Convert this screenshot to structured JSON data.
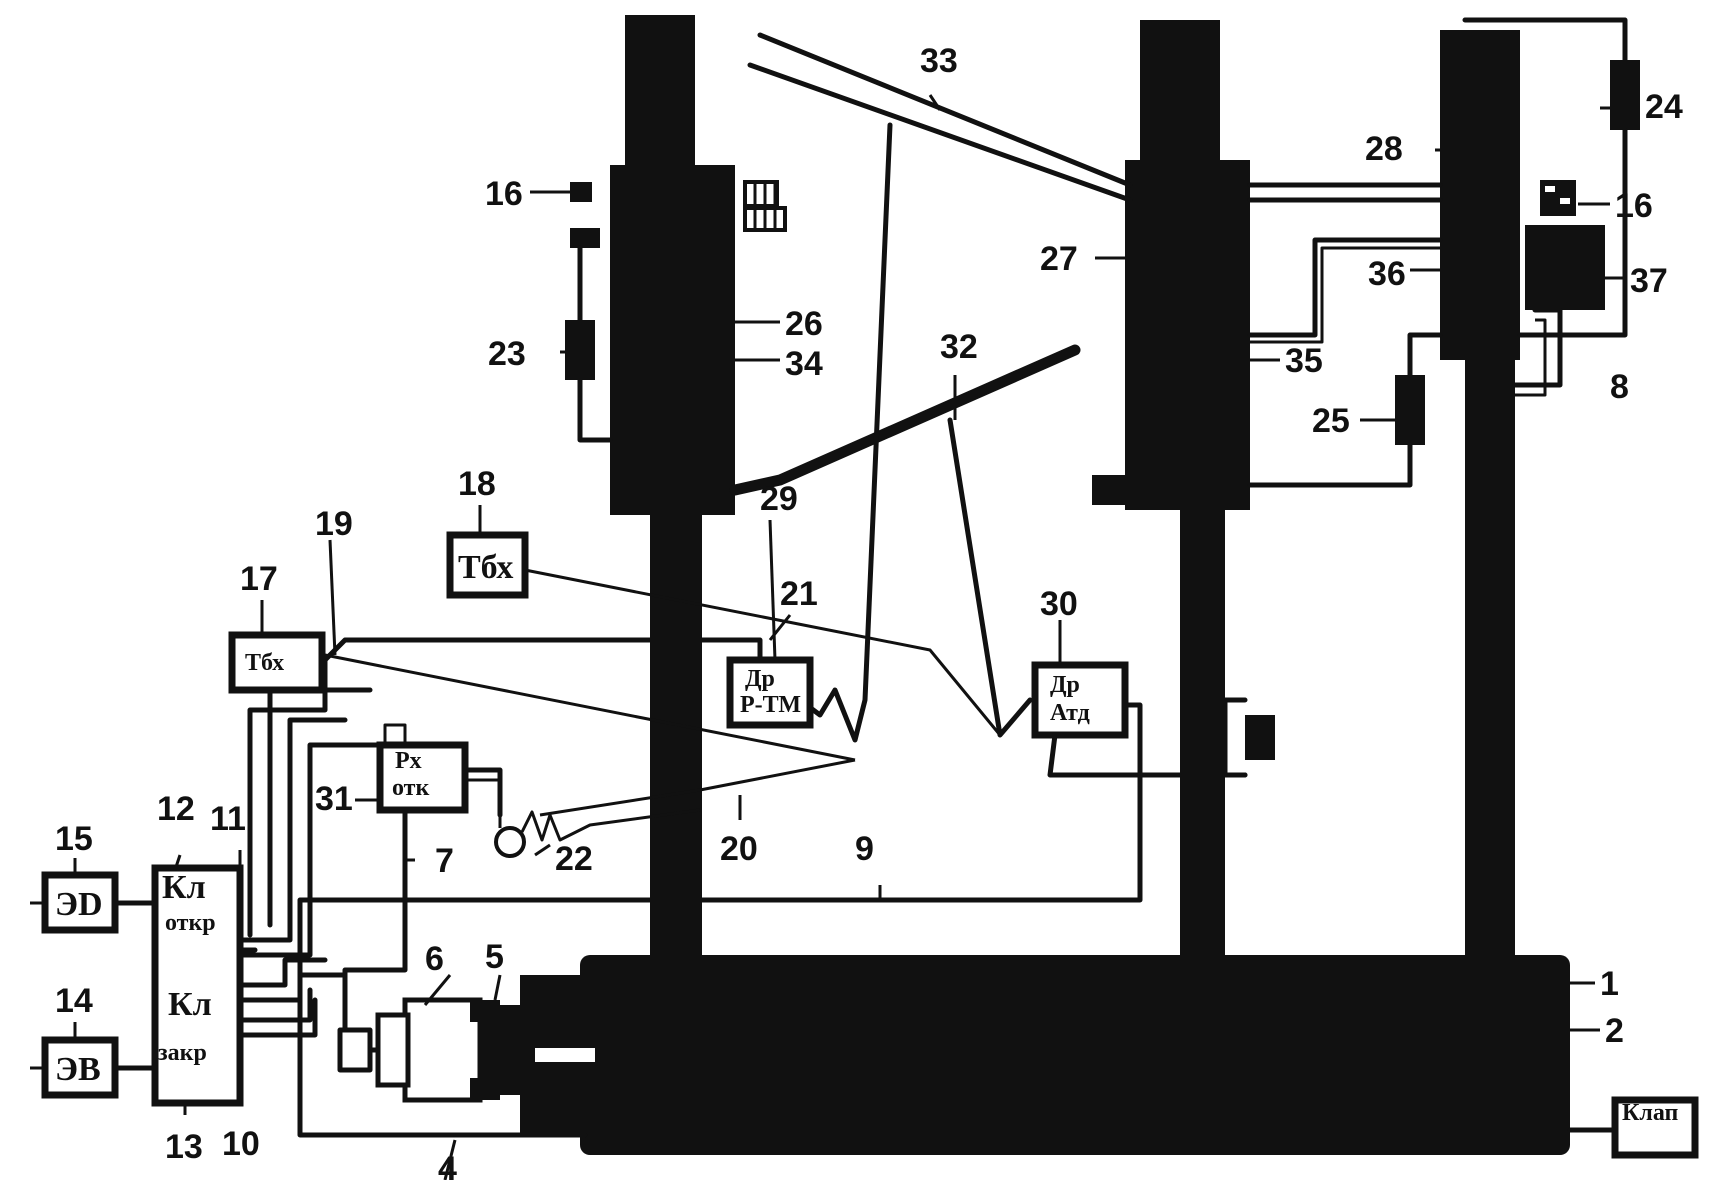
{
  "blocks": {
    "b12": "Кл",
    "b12_sub": "откр",
    "b13": "Кл",
    "b13_sub": "закр",
    "b14": "ЭВ",
    "b15": "ЭD",
    "b17": "Тбх",
    "b18": "Тбх",
    "b29_top": "Др",
    "b29_bot": "Р-ТМ",
    "b30_top": "Др",
    "b30_bot": "Атд",
    "b31_top": "Рх",
    "b31_bot": "отк",
    "b_br": "Клап"
  },
  "labels": {
    "n1": "1",
    "n2": "2",
    "n4": "4",
    "n5": "5",
    "n6": "6",
    "n7": "7",
    "n8": "8",
    "n9": "9",
    "n10": "10",
    "n11": "11",
    "n12": "12",
    "n13": "13",
    "n14": "14",
    "n15": "15",
    "n16a": "16",
    "n16b": "16",
    "n17": "17",
    "n18": "18",
    "n19": "19",
    "n20": "20",
    "n21": "21",
    "n22": "22",
    "n23": "23",
    "n24": "24",
    "n25": "25",
    "n26": "26",
    "n27": "27",
    "n28": "28",
    "n29": "29",
    "n30": "30",
    "n31": "31",
    "n32": "32",
    "n33": "33",
    "n34": "34",
    "n35": "35",
    "n36": "36",
    "n37": "37"
  }
}
